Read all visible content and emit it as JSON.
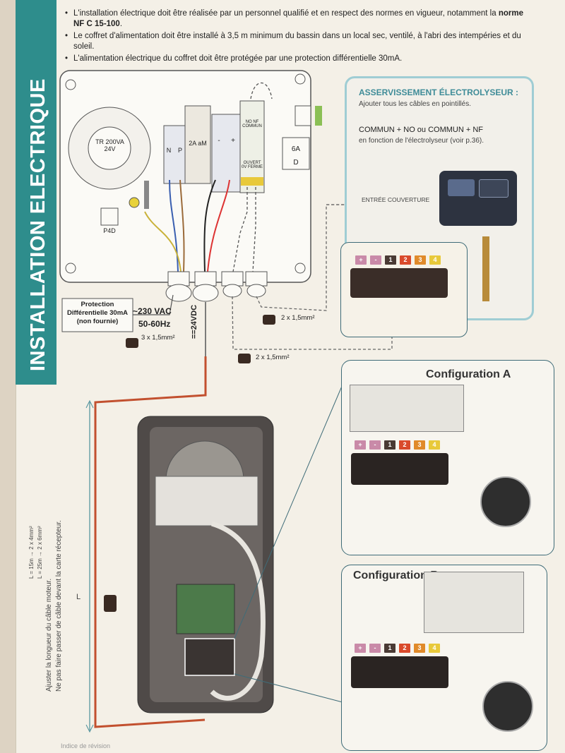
{
  "side_title": "INSTALLATION ELECTRIQUE",
  "bullets": {
    "b1_pre": "L'installation électrique doit être réalisée par un personnel qualifié et en respect des normes en vigueur, notamment la",
    "b1_bold": "norme NF C 15-100",
    "b1_post": ".",
    "b2": "Le coffret d'alimentation doit être installé à 3,5 m minimum du bassin dans un local sec, ventilé, à l'abri des intempéries et du soleil.",
    "b3": "L'alimentation électrique du coffret doit être protégée par une protection différentielle 30mA."
  },
  "box": {
    "transformer": "TR 200VA 24V",
    "fuse_2a": "2A aM",
    "np": [
      "N",
      "P"
    ],
    "minus_plus": [
      "-",
      "+"
    ],
    "relay_top": [
      "NO",
      "NF",
      "COMMUN"
    ],
    "relay_bottom": [
      "OUVERT",
      "0V",
      "FERME"
    ],
    "breaker": "6A",
    "breaker_d": "D",
    "p4d": "P4D"
  },
  "power": {
    "protection": "Protection Différentielle 30mA (non fournie)",
    "vac": "~230 VAC",
    "hz": "50-60Hz",
    "vdc": "==24VDC",
    "cable_3": "3 x 1,5mm²",
    "cable_2a": "2 x 1,5mm²",
    "cable_2b": "2 x 1,5mm²"
  },
  "serv": {
    "title": "ASSERVISSEMENT ÉLECTROLYSEUR :",
    "line1": "Ajouter tous les câbles en pointillés.",
    "line2": "COMMUN + NO ou COMMUN + NF",
    "line3": "en fonction de l'électrolyseur (voir p.36).",
    "entree": "ENTRÉE COUVERTURE"
  },
  "terminals": [
    "+",
    "-",
    "1",
    "2",
    "3",
    "4"
  ],
  "config_a": "Configuration A",
  "config_b": "Configuration B",
  "motor_note": {
    "l1": "L = 15m → 2 x 4mm²",
    "l2": "L = 25m → 2 x 6mm²",
    "warn1": "Ajuster la longueur du câble moteur.",
    "warn2": "Ne pas faire passer de câble devant la carte récepteur.",
    "length": "L"
  },
  "footer": "Indice de révision",
  "colors": {
    "teal": "#2e8d8c",
    "t_plus": "#c98aa8",
    "t_minus": "#c98aa8",
    "t1": "#4a3a34",
    "t2": "#d94a2b",
    "t3": "#e08a2a",
    "t4": "#e8c93a"
  }
}
